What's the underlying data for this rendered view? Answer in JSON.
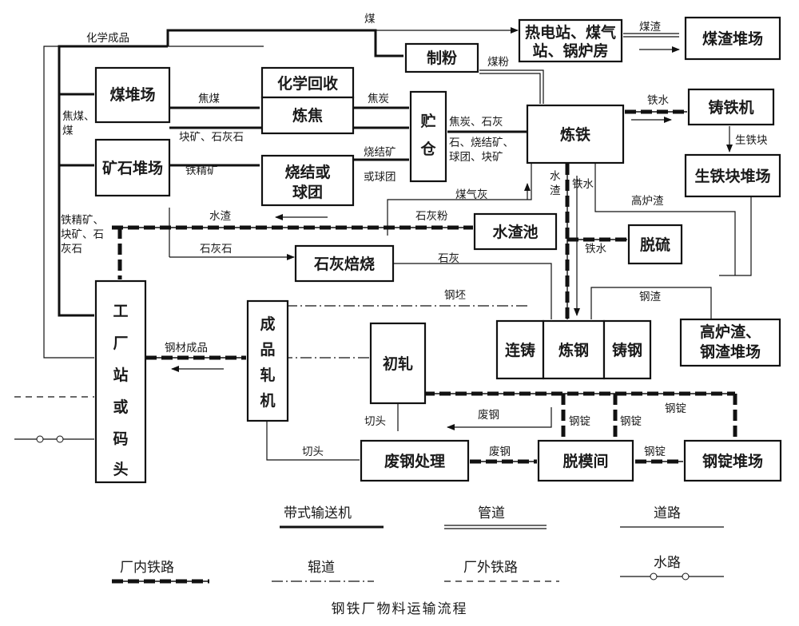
{
  "caption": "钢铁厂物料运输流程",
  "nodes": {
    "coal_yard": "煤堆场",
    "ore_yard": "矿石堆场",
    "chemical_recovery": "化学回收",
    "coking": "炼焦",
    "sinter_pellet": [
      "烧结或",
      "球团"
    ],
    "bunker": [
      "贮",
      "仓"
    ],
    "powder": "制粉",
    "power_station": [
      "热电站、煤气",
      "站、锅炉房"
    ],
    "slag_yard": "煤渣堆场",
    "ironmaking": "炼铁",
    "iron_casting": "铸铁机",
    "pig_iron_yard": "生铁块堆场",
    "slag_pool": "水渣池",
    "desulfur": "脱硫",
    "lime_burning": "石灰焙烧",
    "bf_slag_yard": [
      "高炉渣、",
      "钢渣堆场"
    ],
    "continuous_casting": "连铸",
    "steelmaking": "炼钢",
    "ingot_casting": "铸钢",
    "factory_station": [
      "工",
      "厂",
      "站",
      "或",
      "码",
      "头"
    ],
    "finishing_mill": [
      "成",
      "品",
      "轧",
      "机"
    ],
    "roughing": "初轧",
    "scrap_processing": "废钢处理",
    "stripping": "脱模间",
    "ingot_yard": "钢锭堆场"
  },
  "labels": {
    "coal": "煤",
    "chemical_products": "化学成品",
    "slag": "煤渣",
    "coal_powder": "煤粉",
    "coke_coal": "焦煤",
    "coke": "焦炭",
    "coke_coal_side": [
      "焦煤、",
      "煤"
    ],
    "lump_ore_limestone": "块矿、石灰石",
    "bunker_out": [
      "焦炭、石灰",
      "石、烧结矿、",
      "球团、块矿"
    ],
    "iron_concentrate": "铁精矿",
    "sinter_or_pellet": [
      "烧结矿",
      "或球团"
    ],
    "molten_iron_1": "铁水",
    "pig_iron_block": "生铁块",
    "gas_ash": "煤气灰",
    "water_slag_v": [
      "水",
      "渣"
    ],
    "molten_iron_2": "铁水",
    "bf_slag": "高炉渣",
    "ore_left": [
      "铁精矿、",
      "块矿、石",
      "灰石"
    ],
    "water_slag": "水渣",
    "lime_powder": "石灰粉",
    "limestone": "石灰石",
    "lime": "石灰",
    "molten_iron_3": "铁水",
    "steel_slag": "钢渣",
    "billet": "钢坯",
    "steel_products": "钢材成品",
    "scrap_steel_1": "废钢",
    "crop_1": "切头",
    "crop_2": "切头",
    "scrap_steel_2": "废钢",
    "ingot_1": "钢锭",
    "ingot_2": "钢锭",
    "ingot_3": "钢锭",
    "ingot_4": "钢锭"
  },
  "legend": {
    "belt": "带式输送机",
    "pipe": "管道",
    "road": "道路",
    "inner_rail": "厂内铁路",
    "roller": "辊道",
    "outer_rail": "厂外铁路",
    "waterway": "水路"
  }
}
